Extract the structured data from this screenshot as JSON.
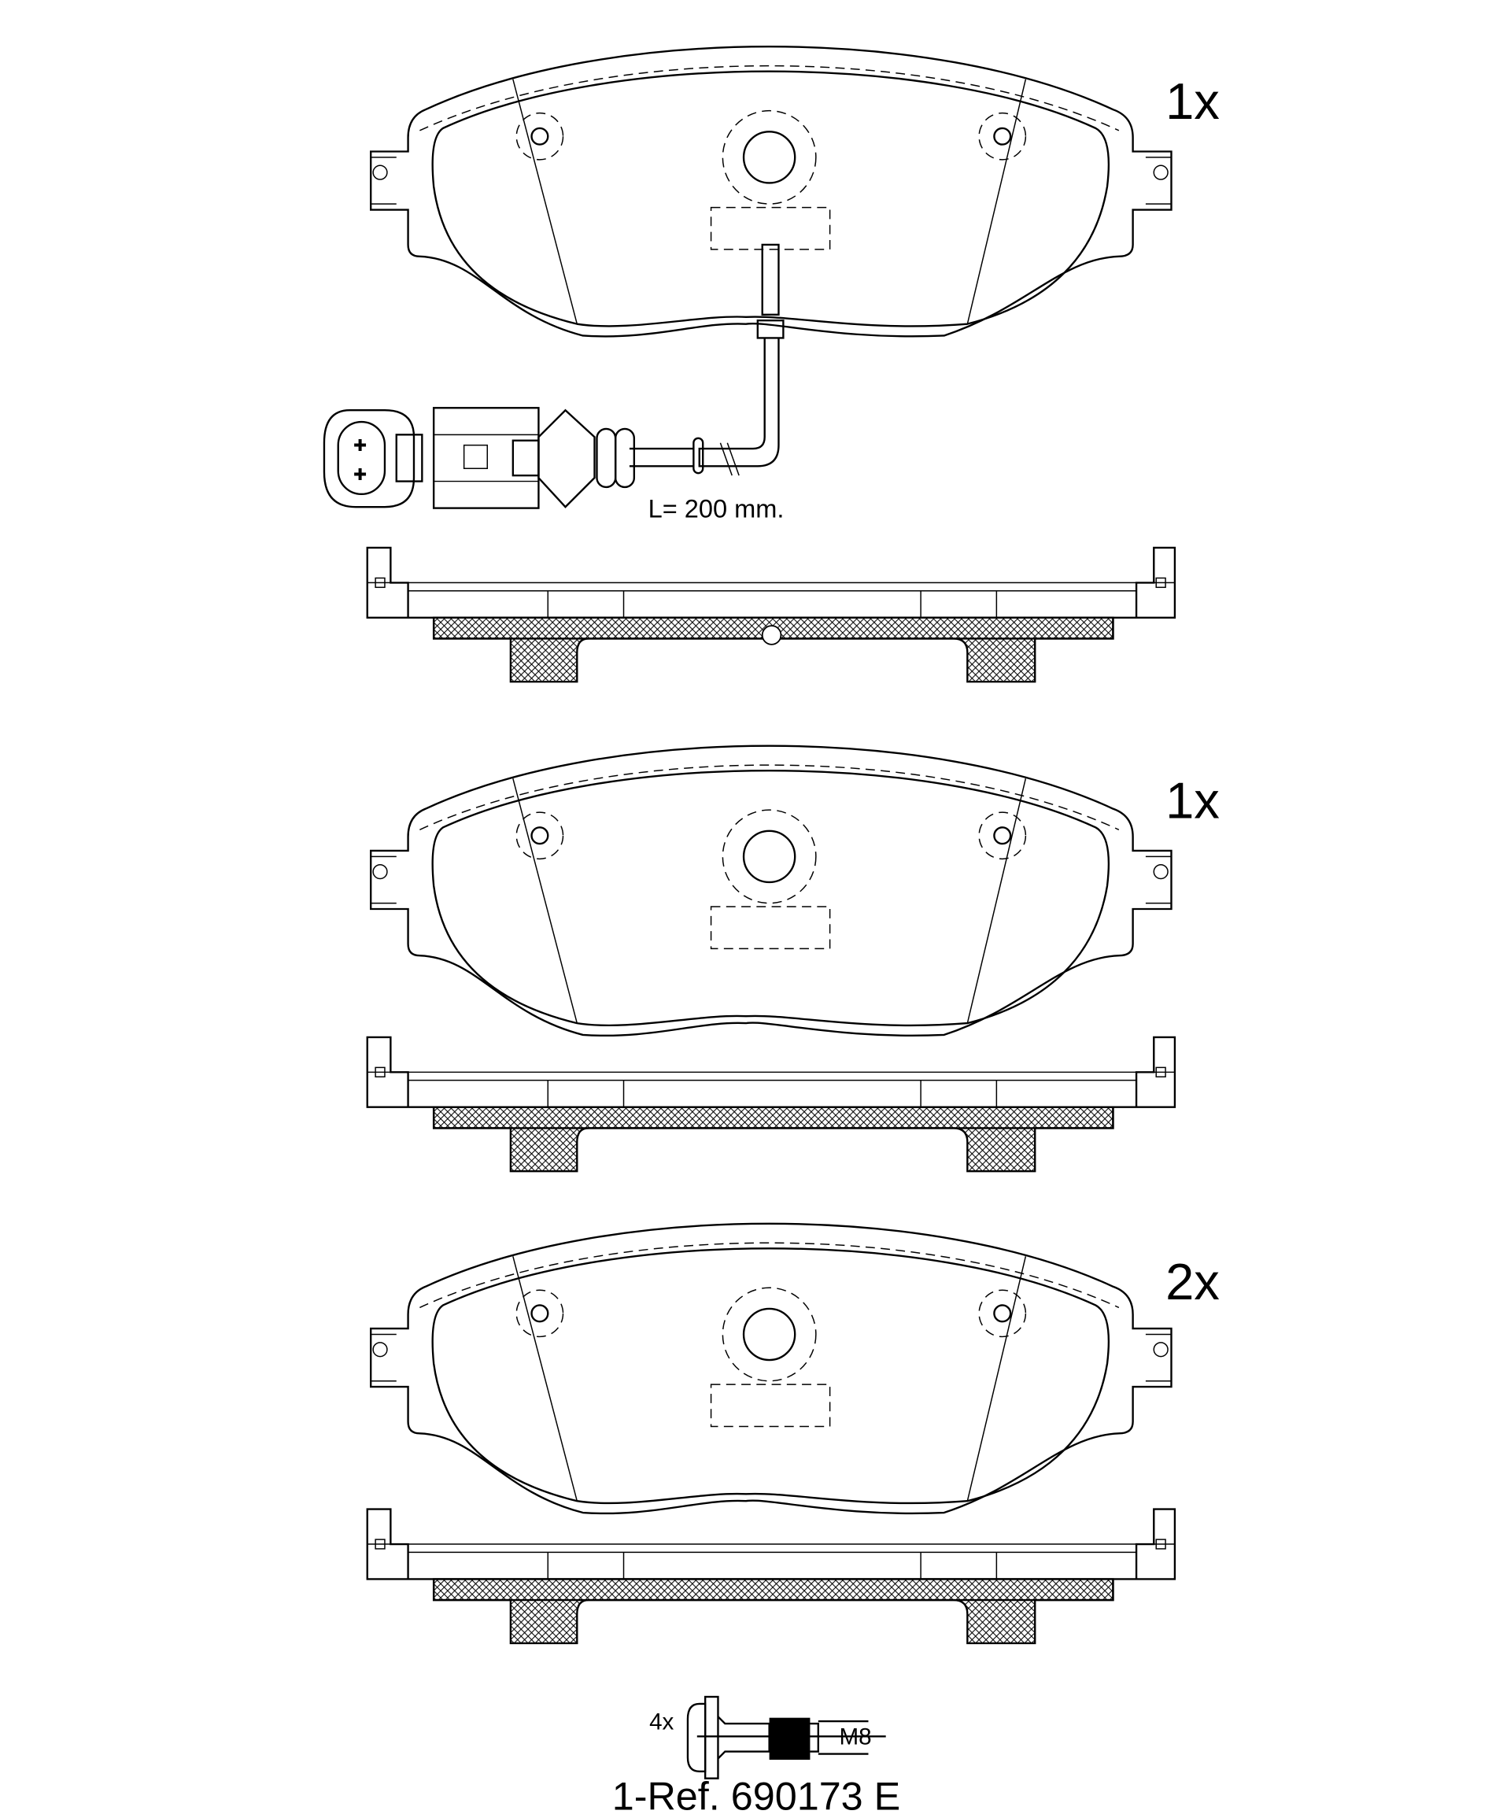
{
  "pads": [
    {
      "quantity": "1x",
      "has_wear_sensor": true
    },
    {
      "quantity": "1x",
      "has_wear_sensor": false
    },
    {
      "quantity": "2x",
      "has_wear_sensor": false
    }
  ],
  "sensor": {
    "length_label": "L= 200 mm."
  },
  "bolt": {
    "quantity": "4x",
    "thread": "M8"
  },
  "reference": "1-Ref. 690173 E"
}
